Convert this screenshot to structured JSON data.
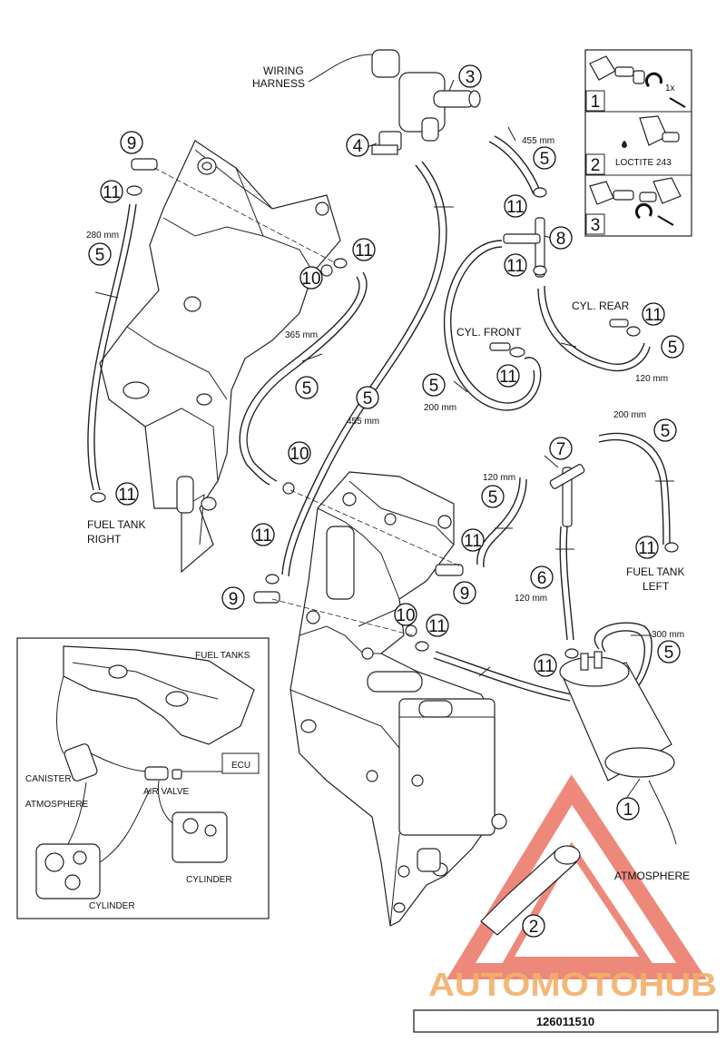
{
  "callouts": {
    "c1": "1",
    "c2": "2",
    "c3": "3",
    "c4": "4",
    "c5": "5",
    "c6": "6",
    "c7": "7",
    "c8": "8",
    "c9": "9",
    "c10": "10",
    "c11": "11"
  },
  "labels": {
    "wiring_harness_1": "WIRING",
    "wiring_harness_2": "HARNESS",
    "cyl_front": "CYL. FRONT",
    "cyl_rear": "CYL. REAR",
    "fuel_tank_right_1": "FUEL TANK",
    "fuel_tank_right_2": "RIGHT",
    "fuel_tank_left_1": "FUEL TANK",
    "fuel_tank_left_2": "LEFT",
    "atmosphere": "ATMOSPHERE"
  },
  "dimensions": {
    "d455_top": "455 mm",
    "d280": "280 mm",
    "d365": "365 mm",
    "d455_mid": "455 mm",
    "d200_front": "200 mm",
    "d120_rear": "120 mm",
    "d200_left": "200 mm",
    "d120_mid": "120 mm",
    "d120_six": "120 mm",
    "d300": "300 mm"
  },
  "instructions": {
    "step1": "1",
    "step1_text": "1x",
    "step2": "2",
    "step2_text": "LOCTITE 243",
    "step3": "3"
  },
  "inset": {
    "fuel_tanks": "FUEL TANKS",
    "canister": "CANISTER",
    "atmosphere": "ATMOSPHERE",
    "air_valve": "AIR VALVE",
    "ecu": "ECU",
    "cylinder_right": "CYLINDER",
    "cylinder_left": "CYLINDER"
  },
  "watermark": {
    "brand": "AUTOMOTOHUB",
    "color_primary": "#e8624f",
    "color_secondary": "#f2b06a",
    "color_tail": "#c8c8c8"
  },
  "part_number": "126011510"
}
